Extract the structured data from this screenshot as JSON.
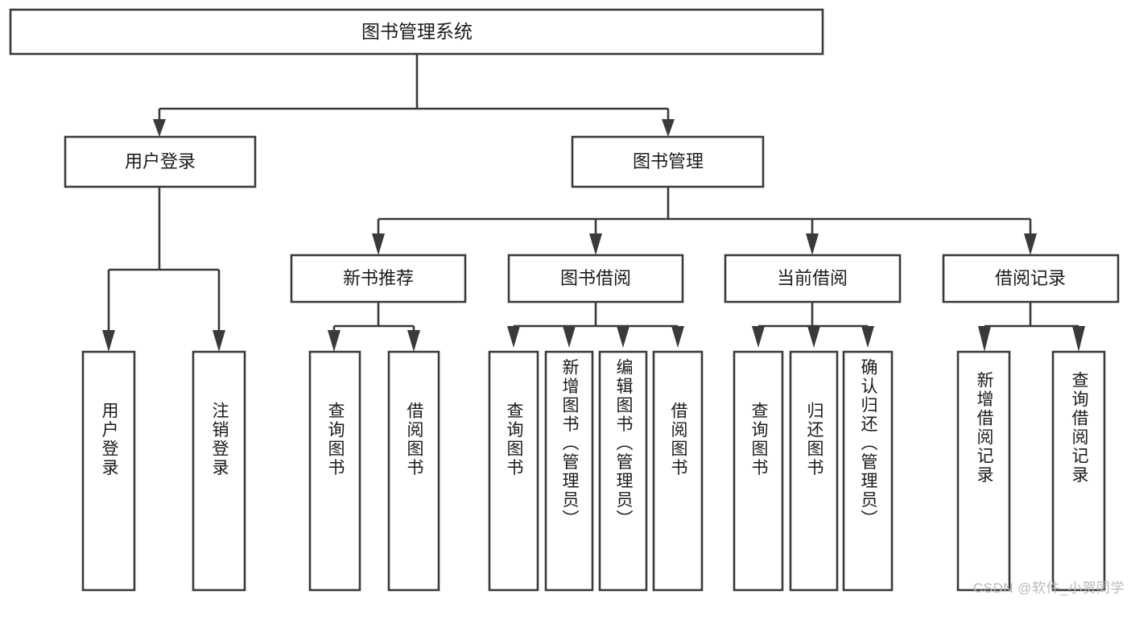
{
  "diagram": {
    "title": "图书管理系统",
    "type": "hierarchy-tree",
    "watermark": "CSDN @软件_小贺同学",
    "colors": {
      "box_border": "#3a3a3a",
      "box_fill": "#ffffff",
      "text": "#1b1b1b",
      "background": "#ffffff",
      "watermark": "#b9b9b9"
    },
    "root": {
      "label": "图书管理系统"
    },
    "level2": [
      {
        "label": "用户登录"
      },
      {
        "label": "图书管理"
      }
    ],
    "level3": [
      {
        "label": "新书推荐"
      },
      {
        "label": "图书借阅"
      },
      {
        "label": "当前借阅"
      },
      {
        "label": "借阅记录"
      }
    ],
    "leaves": {
      "user_login": [
        {
          "label": "用户登录"
        },
        {
          "label": "注销登录"
        }
      ],
      "new_book_recommend": [
        {
          "label": "查询图书"
        },
        {
          "label": "借阅图书"
        }
      ],
      "book_borrow": [
        {
          "label": "查询图书"
        },
        {
          "label": "新增图书（管理员）"
        },
        {
          "label": "编辑图书（管理员）"
        },
        {
          "label": "借阅图书"
        }
      ],
      "current_borrow": [
        {
          "label": "查询图书"
        },
        {
          "label": "归还图书"
        },
        {
          "label": "确认归还（管理员）"
        }
      ],
      "borrow_records": [
        {
          "label": "新增借阅记录"
        },
        {
          "label": "查询借阅记录"
        }
      ]
    }
  }
}
